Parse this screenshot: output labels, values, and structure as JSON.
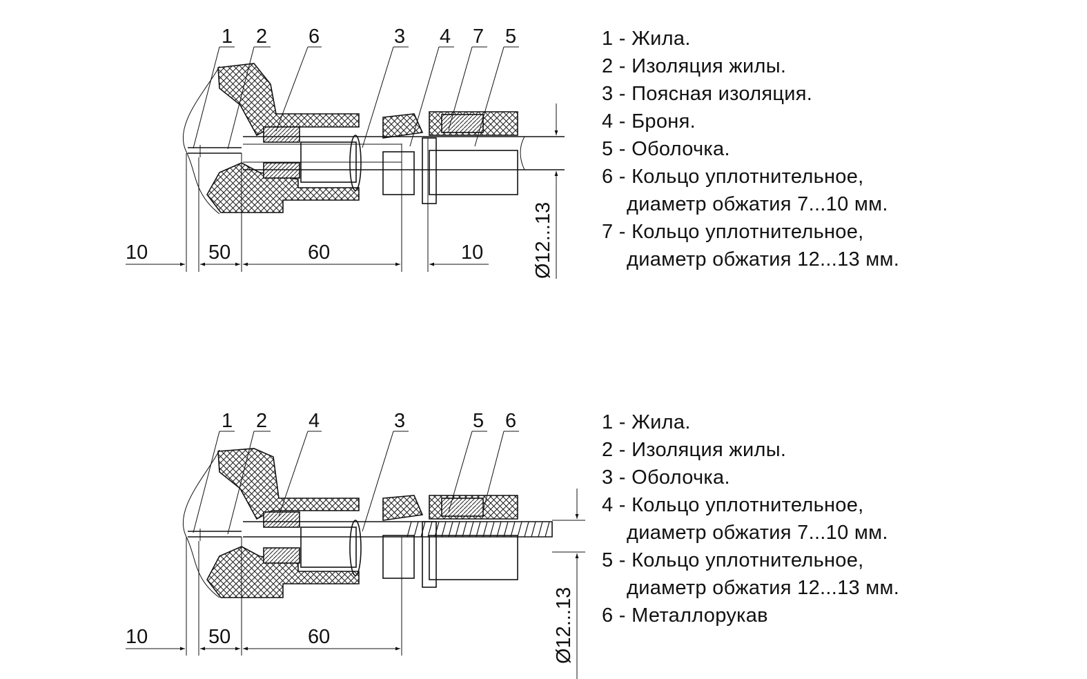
{
  "diagrams": [
    {
      "callouts": [
        "1",
        "2",
        "6",
        "3",
        "4",
        "7",
        "5"
      ],
      "dimensions": [
        "10",
        "50",
        "60",
        "10"
      ],
      "diameter": "Ø12...13",
      "legend": [
        "1 - Жила.",
        "2 - Изоляция жилы.",
        "3 - Поясная изоляция.",
        "4 - Броня.",
        "5 - Оболочка.",
        "6 - Кольцо уплотнительное,",
        "диаметр обжатия 7...10 мм.",
        "7 - Кольцо уплотнительное,",
        "диаметр обжатия 12...13 мм."
      ]
    },
    {
      "callouts": [
        "1",
        "2",
        "4",
        "3",
        "5",
        "6"
      ],
      "dimensions": [
        "10",
        "50",
        "60"
      ],
      "diameter": "Ø12...13",
      "legend": [
        "1 - Жила.",
        "2 - Изоляция жилы.",
        "3 - Оболочка.",
        "4 - Кольцо уплотнительное,",
        "диаметр обжатия 7...10 мм.",
        "5 - Кольцо уплотнительное,",
        "диаметр обжатия 12...13 мм.",
        "6 - Металлорукав"
      ]
    }
  ]
}
